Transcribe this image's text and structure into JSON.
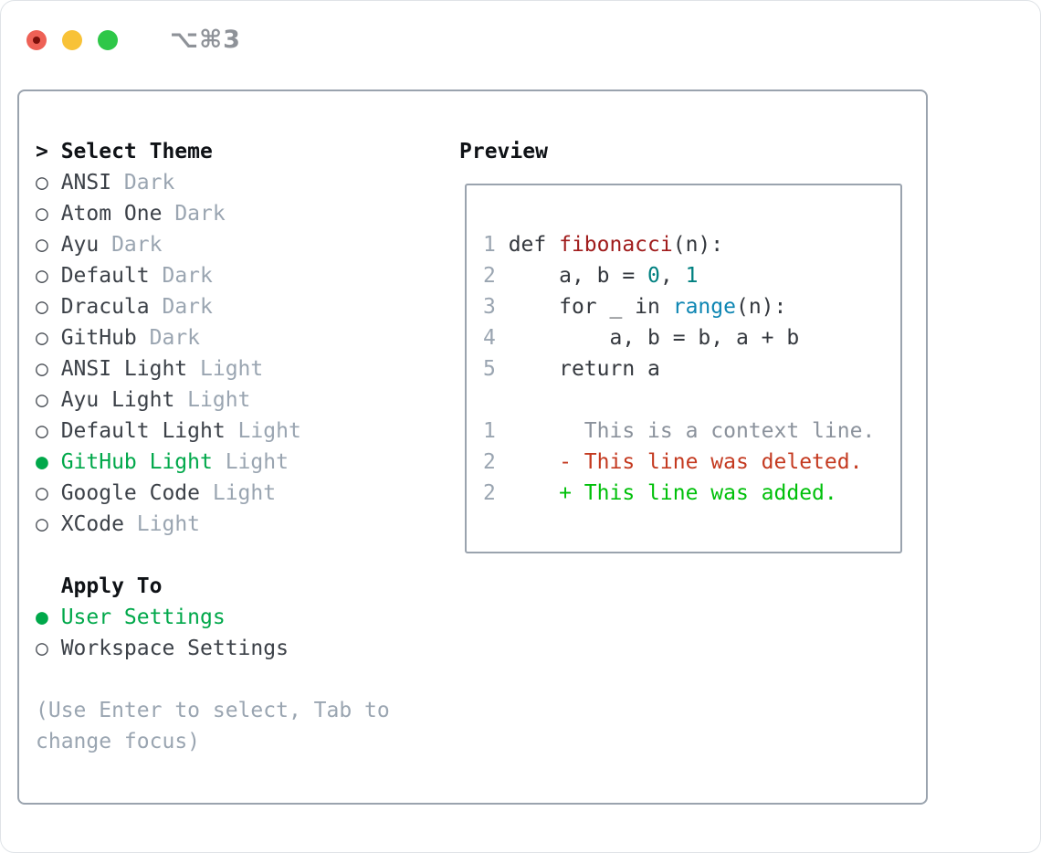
{
  "window": {
    "title": "⌥⌘3"
  },
  "icons": {
    "radio_selected": "●",
    "radio_unselected": "○"
  },
  "menu": {
    "prompt": ">",
    "title": "Select Theme",
    "themes": [
      {
        "name": "ANSI",
        "variant": "Dark",
        "selected": false
      },
      {
        "name": "Atom One",
        "variant": "Dark",
        "selected": false
      },
      {
        "name": "Ayu",
        "variant": "Dark",
        "selected": false
      },
      {
        "name": "Default",
        "variant": "Dark",
        "selected": false
      },
      {
        "name": "Dracula",
        "variant": "Dark",
        "selected": false
      },
      {
        "name": "GitHub",
        "variant": "Dark",
        "selected": false
      },
      {
        "name": "ANSI Light",
        "variant": "Light",
        "selected": false
      },
      {
        "name": "Ayu Light",
        "variant": "Light",
        "selected": false
      },
      {
        "name": "Default Light",
        "variant": "Light",
        "selected": false
      },
      {
        "name": "GitHub Light",
        "variant": "Light",
        "selected": true
      },
      {
        "name": "Google Code",
        "variant": "Light",
        "selected": false
      },
      {
        "name": "XCode",
        "variant": "Light",
        "selected": false
      }
    ],
    "apply_to": {
      "label": "Apply To",
      "options": [
        {
          "name": "User Settings",
          "selected": true
        },
        {
          "name": "Workspace Settings",
          "selected": false
        }
      ]
    },
    "hint_lines": [
      "(Use Enter to select, Tab to",
      "change focus)"
    ]
  },
  "preview": {
    "title": "Preview",
    "lines": [
      {
        "num": "1",
        "segments": [
          {
            "t": "def ",
            "c": "plain"
          },
          {
            "t": "fibonacci",
            "c": "title"
          },
          {
            "t": "(n):",
            "c": "plain"
          }
        ]
      },
      {
        "num": "2",
        "segments": [
          {
            "t": "    a, b = ",
            "c": "plain"
          },
          {
            "t": "0",
            "c": "number"
          },
          {
            "t": ", ",
            "c": "plain"
          },
          {
            "t": "1",
            "c": "number"
          }
        ]
      },
      {
        "num": "3",
        "segments": [
          {
            "t": "    for _ in ",
            "c": "plain"
          },
          {
            "t": "range",
            "c": "builtin"
          },
          {
            "t": "(n):",
            "c": "plain"
          }
        ]
      },
      {
        "num": "4",
        "segments": [
          {
            "t": "        a, b = b, a + b",
            "c": "plain"
          }
        ]
      },
      {
        "num": "5",
        "segments": [
          {
            "t": "    return a",
            "c": "plain"
          }
        ]
      },
      {
        "blank": true
      },
      {
        "num": "1",
        "segments": [
          {
            "t": "      This is a context line.",
            "c": "context"
          }
        ]
      },
      {
        "num": "2",
        "segments": [
          {
            "t": "    - This line was deleted.",
            "c": "deleted"
          }
        ]
      },
      {
        "num": "2",
        "segments": [
          {
            "t": "    + This line was added.",
            "c": "added"
          }
        ]
      }
    ]
  },
  "colors": {
    "ink": "#0f1216",
    "text": "#3c4148",
    "muted": "#9aa5b1",
    "green": "#00a84a",
    "border": "#9aa3ae",
    "titlebar-text": "#8e9298",
    "tl-red": "#ee6156",
    "tl-red-dot": "#7b100b",
    "tl-yellow": "#f8c237",
    "tl-green": "#2ec748",
    "bullet": "#4a4f56",
    "code-plain": "#34383e",
    "code-title": "#a01c1c",
    "code-number": "#008080",
    "code-builtin": "#0e86b3",
    "diff-context": "#8b929c",
    "diff-deleted": "#c43a20",
    "diff-added": "#00c00a"
  }
}
